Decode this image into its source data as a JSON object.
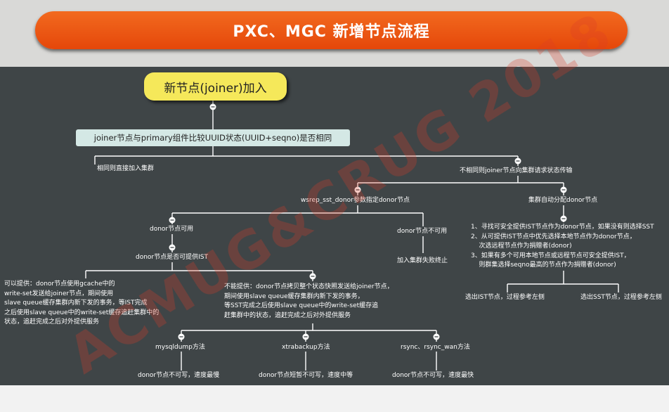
{
  "title": "PXC、MGC 新增节点流程",
  "watermark": "ACMUG&CRUG 2018",
  "nodes": {
    "joiner": "新节点(joiner)加入",
    "uuid_check": "joiner节点与primary组件比较UUID状态(UUID+seqno)是否相同",
    "same": "相同则直接加入集群",
    "diff": "不相同则joiner节点向集群请求状态传输",
    "wsrep_donor": "wsrep_sst_donor参数指定donor节点",
    "auto_donor": "集群自动分配donor节点",
    "donor_ok": "donor节点可用",
    "donor_na": "donor节点不可用",
    "join_fail": "加入集群失败终止",
    "ist_check": "donor节点是否可提供IST",
    "ist_yes": "可以提供：donor节点使用gcache中的\nwrite-set发送给joiner节点，期间使用\nslave queue缓存集群内新下发的事务，等IST完成\n之后使用slave queue中的write-set缓存追赶集群中的\n状态，追赶完成之后对外提供服务",
    "ist_no": "不能提供：donor节点拷贝整个状态快照发送给joiner节点，\n期间使用slave queue缓存集群内新下发的事务，\n等SST完成之后使用slave queue中的write-set缓存追\n赶集群中的状态，追赶完成之后对外提供服务",
    "auto_rules": "1、寻找可安全提供IST节点作为donor节点，如果没有则选择SST\n2、从可提供IST节点中优先选择本地节点作为donor节点，\n    次选远程节点作为捐赠者(donor)\n3、如果有多个可用本地节点或远程节点可安全提供IST，\n    则群集选择seqno最高的节点作为捐赠者(donor)",
    "choose_ist": "选出IST节点，过程参考左侧",
    "choose_sst": "选出SST节点，过程参考左侧",
    "mysqldump": "mysqldump方法",
    "xtrabackup": "xtrabackup方法",
    "rsync": "rsync、rsync_wan方法",
    "mysqldump_result": "donor节点不可写，速度最慢",
    "xtrabackup_result": "donor节点短暂不可写，速度中等",
    "rsync_result": "donor节点不可写，速度最快"
  }
}
